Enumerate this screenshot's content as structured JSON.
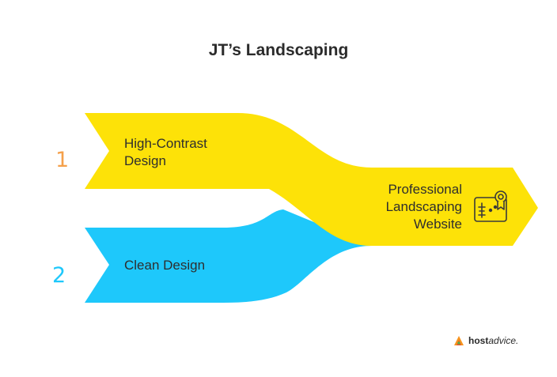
{
  "title": "JT’s Landscaping",
  "steps": [
    {
      "number": "1",
      "label_lines": [
        "High-Contrast",
        "Design"
      ],
      "color": "#fde208",
      "number_color": "#f5a04a"
    },
    {
      "number": "2",
      "label_lines": [
        "Clean Design"
      ],
      "color": "#1ec8fb",
      "number_color": "#1ec8fb"
    }
  ],
  "result": {
    "label_lines": [
      "Professional",
      "Landscaping",
      "Website"
    ],
    "icon": "landscape-certificate-icon"
  },
  "branding": {
    "logo_icon": "hostadvice-logo-icon",
    "name_bold": "host",
    "name_rest": "advice."
  }
}
